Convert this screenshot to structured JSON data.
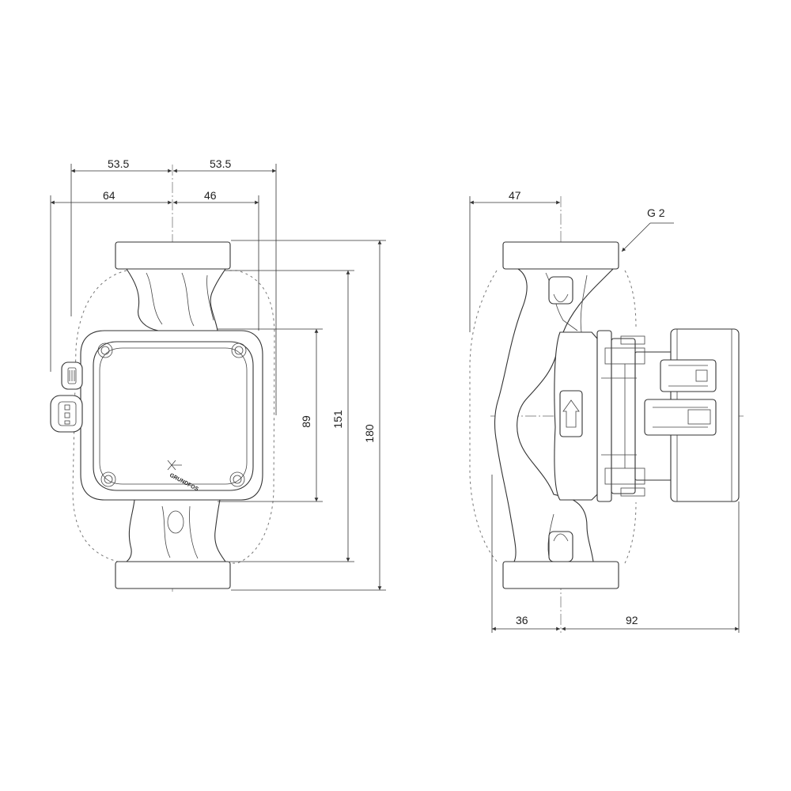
{
  "front_view": {
    "dim_top_left": "53.5",
    "dim_top_right": "53.5",
    "dim_mid_left": "64",
    "dim_mid_right": "46",
    "dim_height_inner": "89",
    "dim_height_mid": "151",
    "dim_height_total": "180",
    "logo_text": "GRUNDFOS"
  },
  "side_view": {
    "dim_top": "47",
    "thread_label": "G 2",
    "dim_bottom_left": "36",
    "dim_bottom_right": "92"
  }
}
